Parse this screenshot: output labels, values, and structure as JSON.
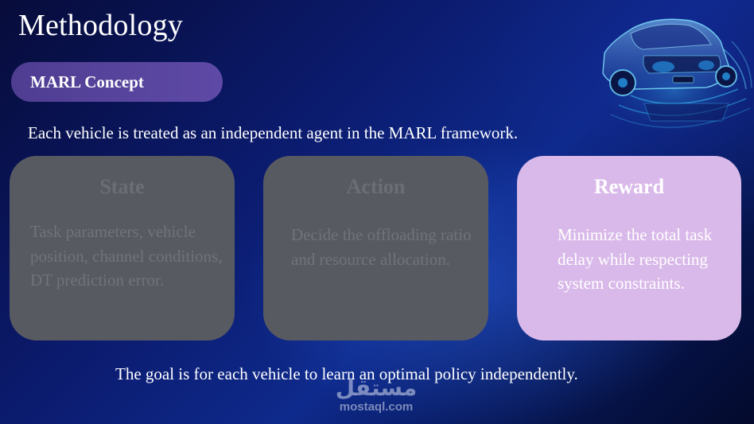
{
  "slide": {
    "title": "Methodology",
    "concept_label": "MARL Concept",
    "intro": "Each vehicle is treated as an independent agent in the MARL framework.",
    "goal": "The goal is for each vehicle to learn an optimal policy independently."
  },
  "cards": [
    {
      "title": "State",
      "body": "Task parameters, vehicle position, channel conditions, DT prediction error."
    },
    {
      "title": "Action",
      "body": "Decide the offloading ratio and resource allocation."
    },
    {
      "title": "Reward",
      "body": "Minimize the total task delay while respecting system constraints."
    }
  ],
  "colors": {
    "pill": "#5a47a2",
    "card_muted": "#585a61",
    "card_highlight": "#d9b9e9"
  },
  "watermark": {
    "site": "mostaql.com",
    "logo_text": "مستقل"
  },
  "illustration": {
    "icon": "connected-car-icon"
  }
}
